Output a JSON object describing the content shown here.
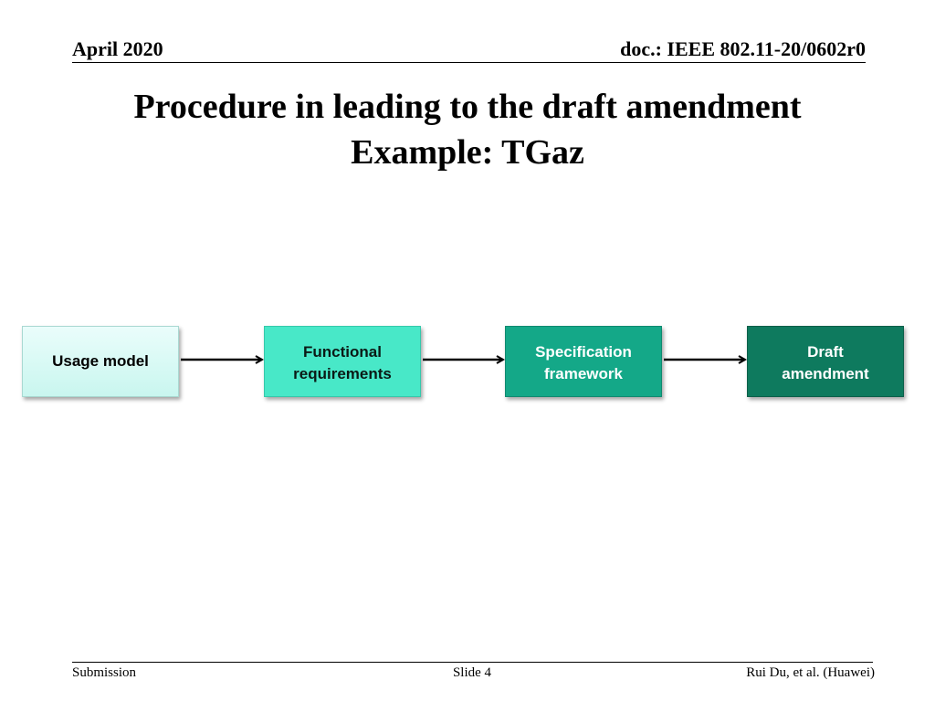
{
  "header": {
    "date": "April 2020",
    "doc_id": "doc.: IEEE 802.11-20/0602r0"
  },
  "title": {
    "line1": "Procedure in leading to the draft amendment",
    "line2": "Example:  TGaz"
  },
  "diagram": {
    "boxes": [
      {
        "lines": [
          "Usage model"
        ],
        "fill": "#dff9f5"
      },
      {
        "lines": [
          "Functional",
          "requirements"
        ],
        "fill": "#48e8c8"
      },
      {
        "lines": [
          "Specification",
          "framework"
        ],
        "fill": "#14a888"
      },
      {
        "lines": [
          "Draft",
          "amendment"
        ],
        "fill": "#0e7a5e"
      }
    ],
    "arrow_color": "#000000"
  },
  "footer": {
    "left": "Submission",
    "center": "Slide 4",
    "right": "Rui Du, et al. (Huawei)"
  }
}
